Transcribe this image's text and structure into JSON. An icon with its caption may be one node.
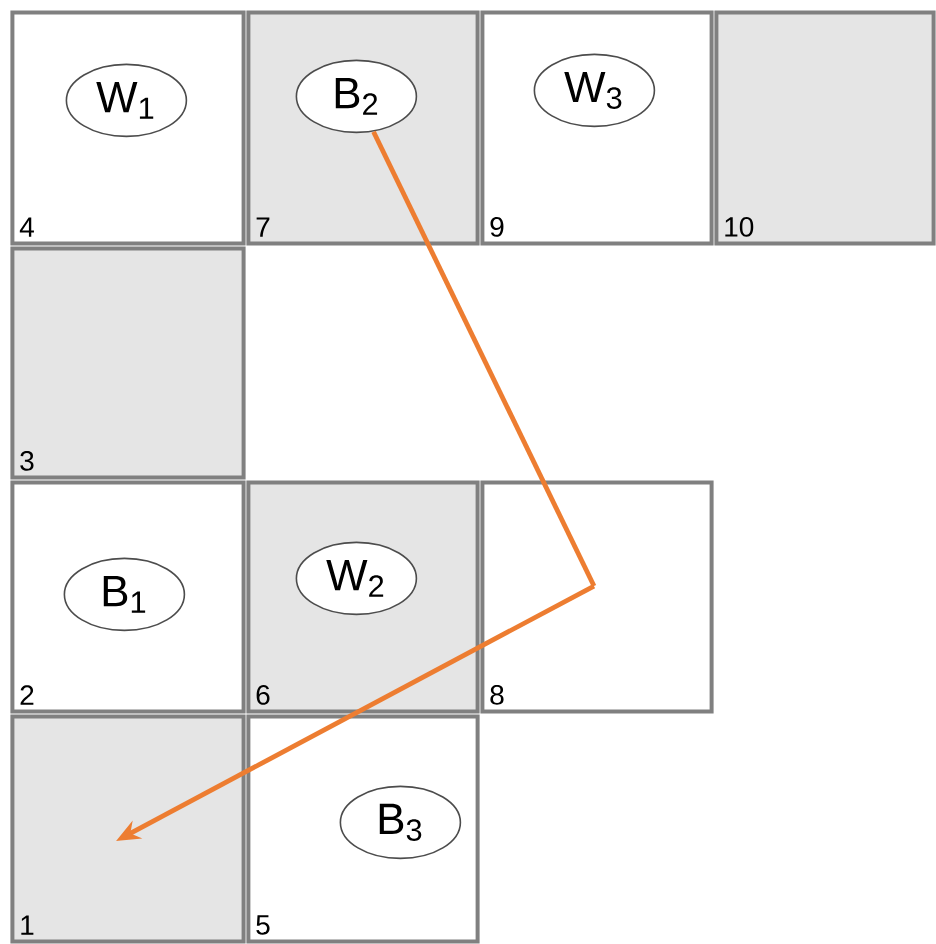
{
  "diagram": {
    "nodes": [
      {
        "text": [
          "4"
        ]
      },
      {
        "text": [
          "W$_{1}$"
        ],
        "in": 0
      },
      {
        "text": [
          "7"
        ]
      },
      {
        "text": [
          "B$_{2}$"
        ],
        "in": 2
      },
      {
        "text": [
          "9"
        ]
      },
      {
        "text": [
          "W$_{3}$"
        ],
        "in": 4
      },
      {
        "text": [
          "10"
        ]
      },
      {
        "text": [
          "3"
        ]
      },
      {
        "text": [
          "2"
        ]
      },
      {
        "text": [
          "B$_{1}$"
        ],
        "in": 8
      },
      {
        "text": [
          "6"
        ]
      },
      {
        "text": [
          "W$_{2}$"
        ],
        "in": 10
      },
      {
        "text": [
          "8"
        ]
      },
      {
        "text": [
          "1"
        ]
      },
      {
        "text": [
          "5"
        ]
      },
      {
        "text": [
          "B$_{3}$"
        ],
        "in": 14
      }
    ],
    "edges": [
      {
        "from": 3,
        "to": 12,
        "arrow": "none",
        "color": "#ed7d31"
      },
      {
        "from": 12,
        "to": 13,
        "arrow": "to",
        "color": "#ed7d31"
      }
    ]
  }
}
